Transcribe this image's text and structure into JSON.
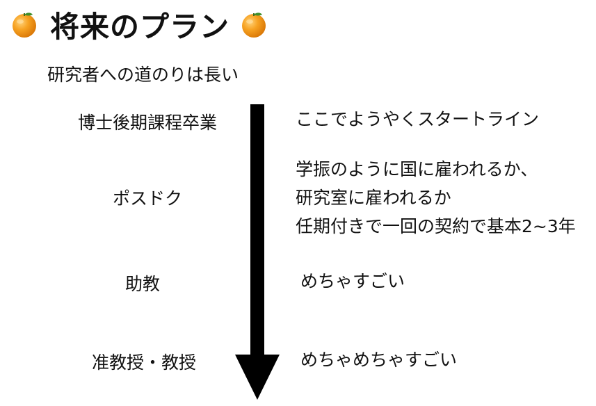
{
  "header": {
    "title": "将来のプラン",
    "left_icon": "tangerine-icon",
    "right_icon": "tangerine-icon"
  },
  "subtitle": "研究者への道のりは長い",
  "timeline": {
    "stages": [
      {
        "label": "博士後期課程卒業",
        "description": [
          "ここでようやくスタートライン"
        ]
      },
      {
        "label": "ポスドク",
        "description": [
          "学振のように国に雇われるか、",
          "研究室に雇われるか",
          "任期付きで一回の契約で基本2~3年"
        ]
      },
      {
        "label": "助教",
        "description": [
          "めちゃすごい"
        ]
      },
      {
        "label": "准教授・教授",
        "description": [
          "めちゃめちゃすごい"
        ]
      }
    ],
    "arrow_icon": "down-arrow-icon"
  },
  "colors": {
    "text": "#111111",
    "arrow": "#000000",
    "orange_body": "#f39a1a",
    "orange_highlight": "#ffc35a",
    "leaf": "#3f8f2b",
    "background": "#ffffff"
  }
}
